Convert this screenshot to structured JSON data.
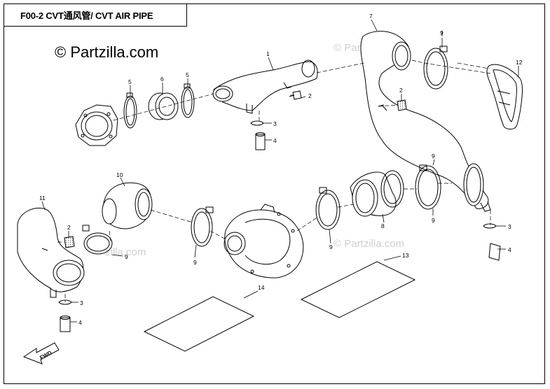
{
  "title": "F00-2 CVT通风管/ CVT AIR PIPE",
  "watermark": "© Partzilla.com",
  "faint_watermarks": [
    "© Partzilla.com",
    "© Partzilla.com",
    "zilla.com"
  ],
  "fwd_label": "FWD",
  "callouts": {
    "c1": "1",
    "c2a": "2",
    "c2b": "2",
    "c2c": "2",
    "c3a": "3",
    "c3b": "3",
    "c3c": "3",
    "c4a": "4",
    "c4b": "4",
    "c4c": "4",
    "c5a": "5",
    "c5b": "5",
    "c6": "6",
    "c7": "7",
    "c8": "8",
    "c9a": "9",
    "c9b": "9",
    "c9c": "9",
    "c9d": "9",
    "c9e": "9",
    "c9f": "9",
    "c10": "10",
    "c11": "11",
    "c12": "12",
    "c13": "13",
    "c14": "14"
  }
}
